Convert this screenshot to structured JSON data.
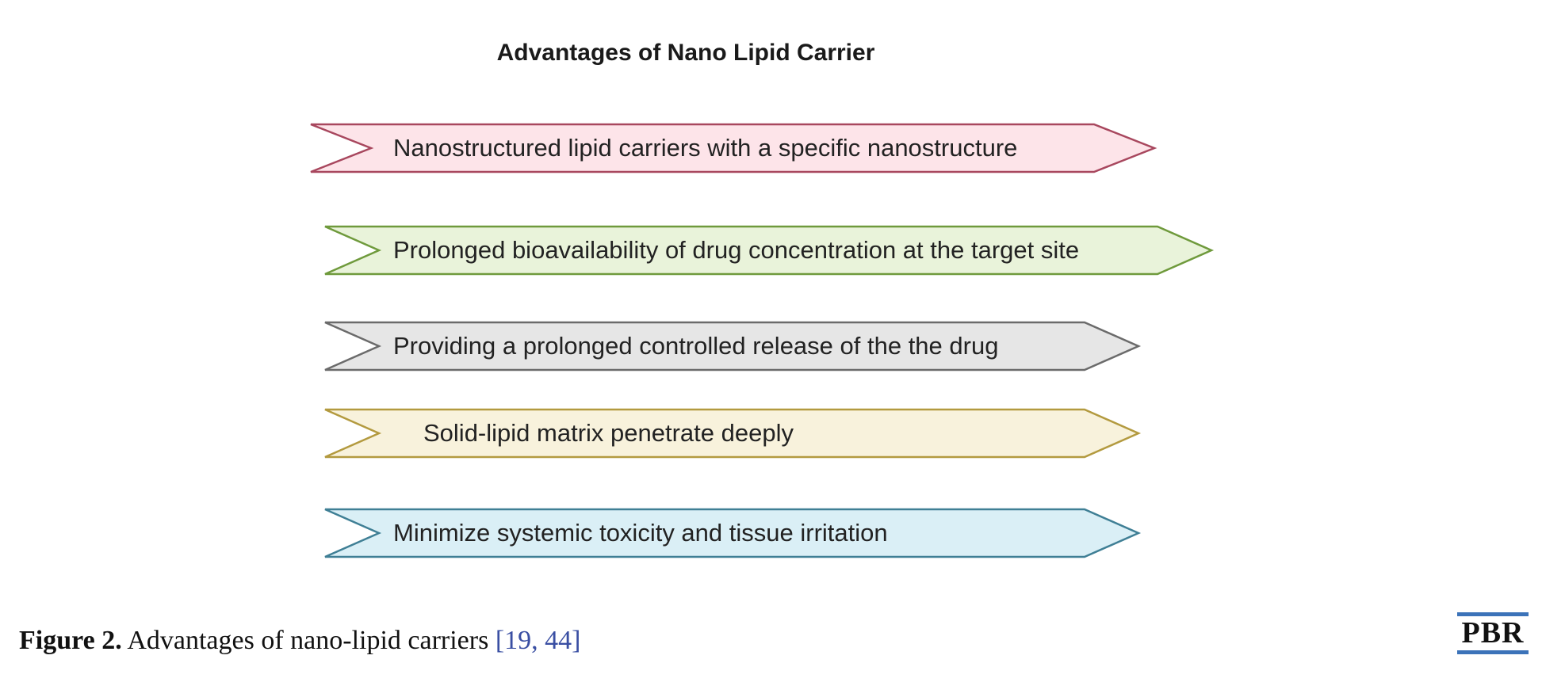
{
  "title": "Advantages of Nano Lipid Carrier",
  "arrows": [
    {
      "label": "Nanostructured lipid carriers with a specific nanostructure",
      "fill": "#fde4e9",
      "stroke": "#a8475e"
    },
    {
      "label": "Prolonged bioavailability of drug concentration at the target site",
      "fill": "#e9f3da",
      "stroke": "#6f9a3c"
    },
    {
      "label": "Providing a prolonged controlled release of the the drug",
      "fill": "#e6e6e6",
      "stroke": "#6b6b6b"
    },
    {
      "label": "Solid-lipid matrix penetrate deeply",
      "fill": "#f8f2dc",
      "stroke": "#b39a3f"
    },
    {
      "label": "Minimize systemic toxicity and tissue irritation",
      "fill": "#daeff6",
      "stroke": "#3f7f95"
    }
  ],
  "caption": {
    "figure_label": "Figure 2.",
    "text": " Advantages of nano-lipid carriers ",
    "refs": "[19, 44]"
  },
  "logo": {
    "text": "PBR",
    "bar_color": "#3c73b9"
  }
}
